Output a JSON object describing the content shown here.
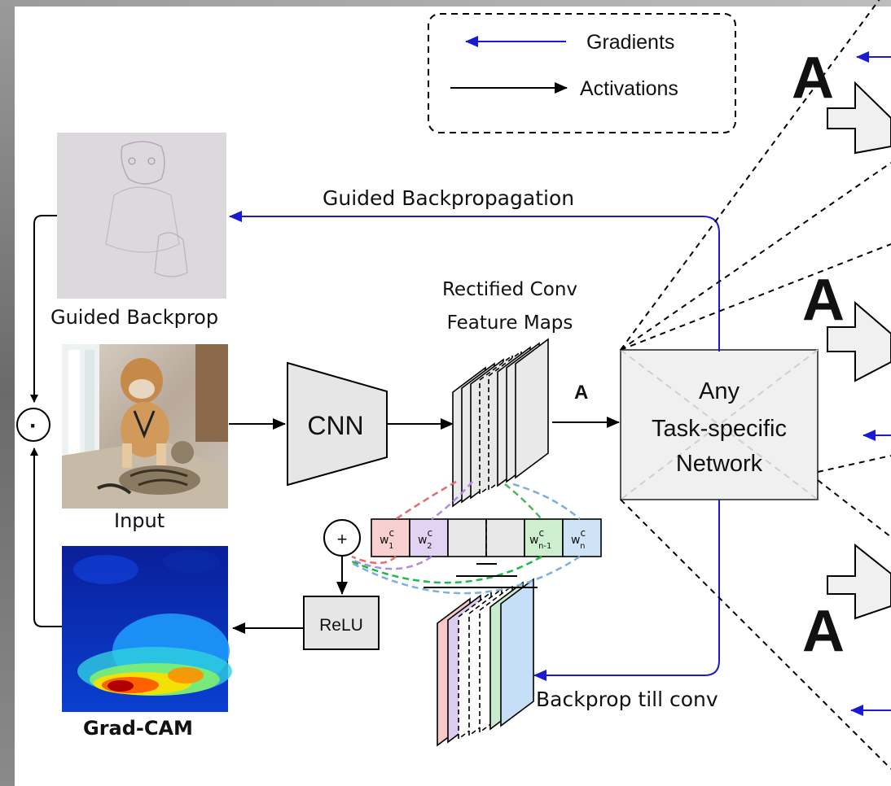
{
  "legend": {
    "gradients": "Gradients",
    "activations": "Activations"
  },
  "labels": {
    "guided_backpropagation": "Guided Backpropagation",
    "guided_backprop": "Guided Backprop",
    "input": "Input",
    "grad_cam": "Grad-CAM",
    "rectified_conv_line1": "Rectified Conv",
    "rectified_conv_line2": "Feature Maps",
    "cnn": "CNN",
    "activation_symbol": "A",
    "network_line1": "Any",
    "network_line2": "Task-specific",
    "network_line3": "Network",
    "relu": "ReLU",
    "backprop_till_conv": "Backprop till conv",
    "dot": "·",
    "plus": "+"
  },
  "weights": [
    {
      "base": "w",
      "sup": "c",
      "sub": "1",
      "color": "#f9d0d0"
    },
    {
      "base": "w",
      "sup": "c",
      "sub": "2",
      "color": "#e2d3f3"
    },
    {
      "base": "",
      "sup": "",
      "sub": "",
      "color": "#e8e8e8"
    },
    {
      "base": "",
      "sup": "",
      "sub": "",
      "color": "#e8e8e8"
    },
    {
      "base": "w",
      "sup": "c",
      "sub": "n-1",
      "color": "#cdefcf"
    },
    {
      "base": "w",
      "sup": "c",
      "sub": "n",
      "color": "#cfe3f7"
    }
  ],
  "colors": {
    "gradient": "#1a1ad0",
    "activation": "#000000",
    "feature_red": "#f7c9c9",
    "feature_purple": "#dcccf0",
    "feature_green": "#c9ecd0",
    "feature_blue": "#c6def7",
    "box_fill": "#e6e6e6"
  },
  "right_panel": {
    "symbol": "A"
  }
}
